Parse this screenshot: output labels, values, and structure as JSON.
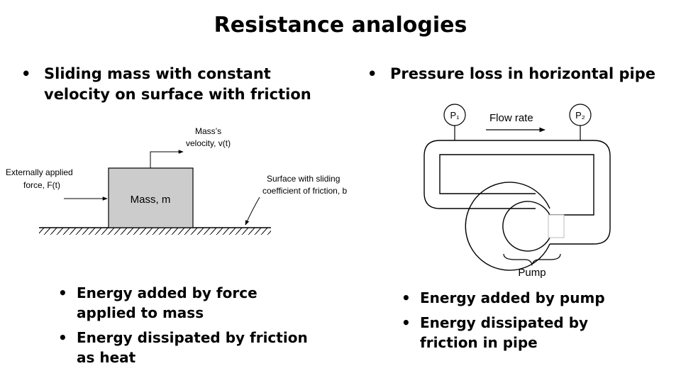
{
  "title": "Resistance analogies",
  "left": {
    "heading": "Sliding mass with constant velocity on surface with friction",
    "diagram": {
      "velocity_label_1": "Mass’s",
      "velocity_label_2": "velocity, v(t)",
      "force_label_1": "Externally applied",
      "force_label_2": "force, F(t)",
      "mass_label": "Mass, m",
      "surface_label_1": "Surface with sliding",
      "surface_label_2": "coefficient of friction, b"
    },
    "bullets": [
      "Energy added by force applied to mass",
      "Energy dissipated by friction as heat"
    ]
  },
  "right": {
    "heading": "Pressure loss in horizontal pipe",
    "diagram": {
      "p1_label": "P₁",
      "p2_label": "P₂",
      "flow_label": "Flow rate",
      "pump_label": "Pump"
    },
    "bullets": [
      "Energy added by pump",
      "Energy dissipated by friction in pipe"
    ]
  },
  "bullet_glyph": "•"
}
